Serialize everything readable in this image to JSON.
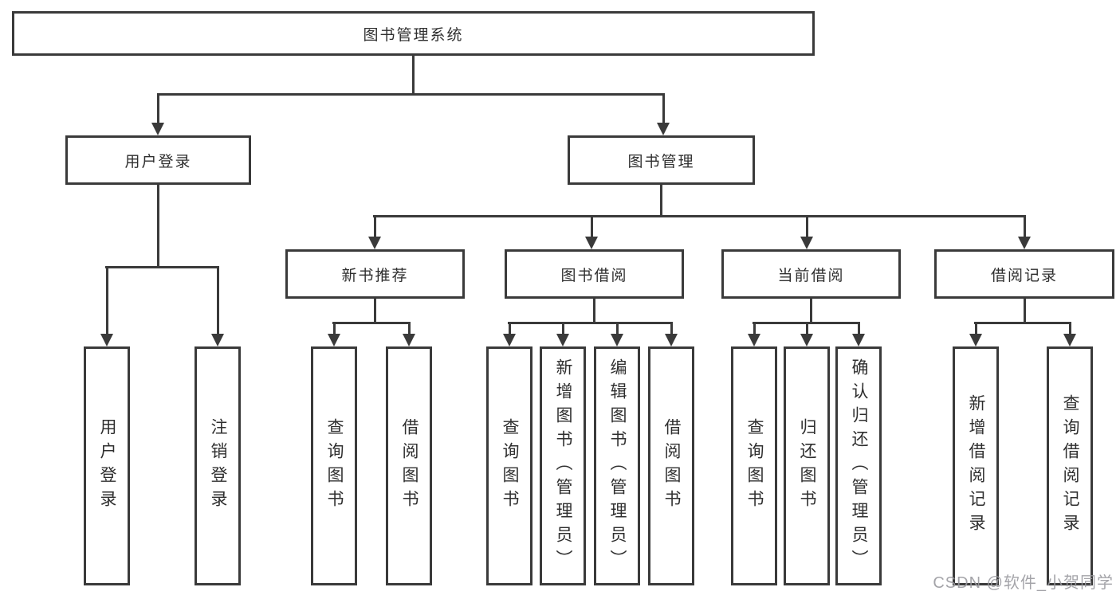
{
  "tree": {
    "root": {
      "label": "图书管理系统"
    },
    "children": [
      {
        "label": "用户登录",
        "children": [
          {
            "label": "用户登录"
          },
          {
            "label": "注销登录"
          }
        ]
      },
      {
        "label": "图书管理",
        "children": [
          {
            "label": "新书推荐",
            "children": [
              {
                "label": "查询图书"
              },
              {
                "label": "借阅图书"
              }
            ]
          },
          {
            "label": "图书借阅",
            "children": [
              {
                "label": "查询图书"
              },
              {
                "label": "新增图书（管理员）"
              },
              {
                "label": "编辑图书（管理员）"
              },
              {
                "label": "借阅图书"
              }
            ]
          },
          {
            "label": "当前借阅",
            "children": [
              {
                "label": "查询图书"
              },
              {
                "label": "归还图书"
              },
              {
                "label": "确认归还（管理员）"
              }
            ]
          },
          {
            "label": "借阅记录",
            "children": [
              {
                "label": "新增借阅记录"
              },
              {
                "label": "查询借阅记录"
              }
            ]
          }
        ]
      }
    ]
  },
  "watermark": "CSDN @软件_小贺同学",
  "colors": {
    "line": "#3a3a3a",
    "text": "#2f2f2f",
    "watermark": "#9b9ba0",
    "background": "#ffffff"
  }
}
